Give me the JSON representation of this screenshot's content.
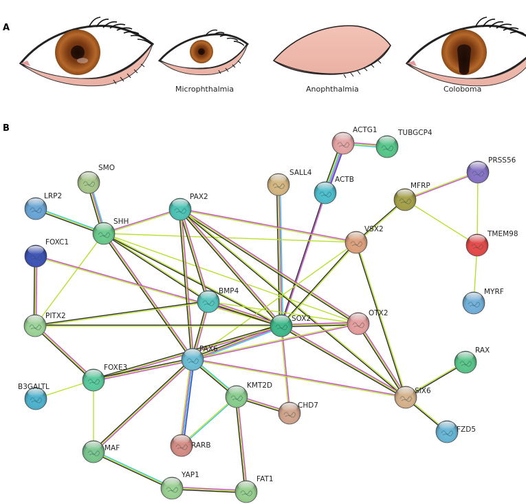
{
  "panel_a_label": "A",
  "panel_b_label": "B",
  "eye_panels": [
    {
      "id": "normal",
      "caption": ""
    },
    {
      "id": "microphthalmia",
      "caption": "Microphthalmia"
    },
    {
      "id": "anophthalmia",
      "caption": "Anophthalmia"
    },
    {
      "id": "coloboma",
      "caption": "Coloboma"
    }
  ],
  "edge_colors": {
    "coexpression": "#2a2a2a",
    "textmining": "#b6e02c",
    "experiments": "#c64bcb",
    "databases": "#33c8d8",
    "homology": "#2f36c8"
  },
  "nodes": [
    {
      "id": "ACTG1",
      "label": "ACTG1",
      "color": "#e8a6a6"
    },
    {
      "id": "TUBGCP4",
      "label": "TUBGCP4",
      "color": "#58c98c"
    },
    {
      "id": "PRSS56",
      "label": "PRSS56",
      "color": "#8a75c8"
    },
    {
      "id": "SMO",
      "label": "SMO",
      "color": "#a9c98c"
    },
    {
      "id": "SALL4",
      "label": "SALL4",
      "color": "#d6b883"
    },
    {
      "id": "ACTB",
      "label": "ACTB",
      "color": "#4fc0cf"
    },
    {
      "id": "MFRP",
      "label": "MFRP",
      "color": "#a7a24a"
    },
    {
      "id": "LRP2",
      "label": "LRP2",
      "color": "#6aa7d8"
    },
    {
      "id": "PAX2",
      "label": "PAX2",
      "color": "#4fc6b8"
    },
    {
      "id": "SHH",
      "label": "SHH",
      "color": "#6ccc8e"
    },
    {
      "id": "VSX2",
      "label": "VSX2",
      "color": "#e0a27e"
    },
    {
      "id": "TMEM98",
      "label": "TMEM98",
      "color": "#e84b4b"
    },
    {
      "id": "FOXC1",
      "label": "FOXC1",
      "color": "#3f55b8"
    },
    {
      "id": "BMP4",
      "label": "BMP4",
      "color": "#58c8c0"
    },
    {
      "id": "MYRF",
      "label": "MYRF",
      "color": "#74b2dc"
    },
    {
      "id": "SOX2",
      "label": "SOX2",
      "color": "#40bc8c"
    },
    {
      "id": "OTX2",
      "label": "OTX2",
      "color": "#e8a0a0"
    },
    {
      "id": "PITX2",
      "label": "PITX2",
      "color": "#9fd59a"
    },
    {
      "id": "PAX6",
      "label": "PAX6",
      "color": "#6cc0d8"
    },
    {
      "id": "RAX",
      "label": "RAX",
      "color": "#5cc88c"
    },
    {
      "id": "FOXE3",
      "label": "FOXE3",
      "color": "#5ccc9e"
    },
    {
      "id": "B3GALTL",
      "label": "B3GALTL",
      "color": "#4fb4d0"
    },
    {
      "id": "KMT2D",
      "label": "KMT2D",
      "color": "#8ccf90"
    },
    {
      "id": "SIX6",
      "label": "SIX6",
      "color": "#d8b48e"
    },
    {
      "id": "CHD7",
      "label": "CHD7",
      "color": "#d4a68e"
    },
    {
      "id": "FZD5",
      "label": "FZD5",
      "color": "#6ab8d8"
    },
    {
      "id": "RARB",
      "label": "RARB",
      "color": "#d88e86"
    },
    {
      "id": "MAF",
      "label": "MAF",
      "color": "#7cc890"
    },
    {
      "id": "YAP1",
      "label": "YAP1",
      "color": "#9cd294"
    },
    {
      "id": "FAT1",
      "label": "FAT1",
      "color": "#98d090"
    }
  ],
  "edges": [
    {
      "a": "ACTG1",
      "b": "TUBGCP4",
      "types": [
        "experiments",
        "textmining",
        "databases"
      ]
    },
    {
      "a": "ACTG1",
      "b": "ACTB",
      "types": [
        "homology",
        "experiments",
        "databases",
        "textmining",
        "coexpression"
      ]
    },
    {
      "a": "ACTB",
      "b": "SOX2",
      "types": [
        "experiments",
        "coexpression"
      ]
    },
    {
      "a": "SALL4",
      "b": "SOX2",
      "types": [
        "databases",
        "experiments",
        "textmining",
        "coexpression"
      ]
    },
    {
      "a": "PRSS56",
      "b": "MFRP",
      "types": [
        "experiments",
        "textmining"
      ]
    },
    {
      "a": "PRSS56",
      "b": "TMEM98",
      "types": [
        "textmining"
      ]
    },
    {
      "a": "MFRP",
      "b": "TMEM98",
      "types": [
        "textmining"
      ]
    },
    {
      "a": "MFRP",
      "b": "VSX2",
      "types": [
        "textmining",
        "coexpression"
      ]
    },
    {
      "a": "TMEM98",
      "b": "MYRF",
      "types": [
        "textmining"
      ]
    },
    {
      "a": "SMO",
      "b": "SHH",
      "types": [
        "databases",
        "experiments",
        "textmining",
        "coexpression"
      ]
    },
    {
      "a": "LRP2",
      "b": "SHH",
      "types": [
        "databases",
        "textmining",
        "coexpression"
      ]
    },
    {
      "a": "SHH",
      "b": "PAX2",
      "types": [
        "experiments",
        "textmining"
      ]
    },
    {
      "a": "SHH",
      "b": "PITX2",
      "types": [
        "textmining"
      ]
    },
    {
      "a": "SHH",
      "b": "BMP4",
      "types": [
        "textmining",
        "coexpression"
      ]
    },
    {
      "a": "SHH",
      "b": "SOX2",
      "types": [
        "textmining",
        "coexpression"
      ]
    },
    {
      "a": "SHH",
      "b": "VSX2",
      "types": [
        "textmining"
      ]
    },
    {
      "a": "SHH",
      "b": "OTX2",
      "types": [
        "textmining"
      ]
    },
    {
      "a": "SHH",
      "b": "PAX6",
      "types": [
        "experiments",
        "textmining",
        "coexpression"
      ]
    },
    {
      "a": "FOXC1",
      "b": "PITX2",
      "types": [
        "experiments",
        "textmining",
        "coexpression"
      ]
    },
    {
      "a": "FOXC1",
      "b": "SOX2",
      "types": [
        "experiments",
        "textmining"
      ]
    },
    {
      "a": "PAX2",
      "b": "VSX2",
      "types": [
        "experiments",
        "textmining"
      ]
    },
    {
      "a": "PAX2",
      "b": "BMP4",
      "types": [
        "experiments",
        "textmining",
        "coexpression"
      ]
    },
    {
      "a": "PAX2",
      "b": "SOX2",
      "types": [
        "experiments",
        "textmining",
        "coexpression"
      ]
    },
    {
      "a": "PAX2",
      "b": "OTX2",
      "types": [
        "experiments",
        "textmining",
        "coexpression"
      ]
    },
    {
      "a": "PAX2",
      "b": "PAX6",
      "types": [
        "experiments",
        "textmining",
        "coexpression"
      ]
    },
    {
      "a": "PAX2",
      "b": "SIX6",
      "types": [
        "textmining",
        "coexpression"
      ]
    },
    {
      "a": "VSX2",
      "b": "SOX2",
      "types": [
        "textmining",
        "coexpression"
      ]
    },
    {
      "a": "VSX2",
      "b": "PAX6",
      "types": [
        "textmining"
      ]
    },
    {
      "a": "VSX2",
      "b": "SIX6",
      "types": [
        "textmining",
        "coexpression"
      ]
    },
    {
      "a": "BMP4",
      "b": "PITX2",
      "types": [
        "textmining",
        "coexpression"
      ]
    },
    {
      "a": "BMP4",
      "b": "SOX2",
      "types": [
        "experiments",
        "textmining",
        "coexpression"
      ]
    },
    {
      "a": "BMP4",
      "b": "OTX2",
      "types": [
        "textmining"
      ]
    },
    {
      "a": "BMP4",
      "b": "PAX6",
      "types": [
        "experiments",
        "textmining",
        "coexpression"
      ]
    },
    {
      "a": "SOX2",
      "b": "OTX2",
      "types": [
        "experiments",
        "textmining",
        "coexpression"
      ]
    },
    {
      "a": "SOX2",
      "b": "PITX2",
      "types": [
        "textmining",
        "coexpression"
      ]
    },
    {
      "a": "SOX2",
      "b": "PAX6",
      "types": [
        "databases",
        "experiments",
        "textmining",
        "coexpression"
      ]
    },
    {
      "a": "SOX2",
      "b": "FOXE3",
      "types": [
        "experiments",
        "textmining",
        "coexpression"
      ]
    },
    {
      "a": "SOX2",
      "b": "SIX6",
      "types": [
        "experiments",
        "textmining",
        "coexpression"
      ]
    },
    {
      "a": "SOX2",
      "b": "CHD7",
      "types": [
        "experiments",
        "textmining"
      ]
    },
    {
      "a": "OTX2",
      "b": "PAX6",
      "types": [
        "experiments",
        "textmining"
      ]
    },
    {
      "a": "OTX2",
      "b": "SIX6",
      "types": [
        "experiments",
        "textmining",
        "coexpression"
      ]
    },
    {
      "a": "PITX2",
      "b": "FOXE3",
      "types": [
        "experiments",
        "textmining",
        "coexpression"
      ]
    },
    {
      "a": "PAX6",
      "b": "FOXE3",
      "types": [
        "experiments",
        "textmining",
        "coexpression"
      ]
    },
    {
      "a": "PAX6",
      "b": "SIX6",
      "types": [
        "experiments",
        "textmining"
      ]
    },
    {
      "a": "PAX6",
      "b": "KMT2D",
      "types": [
        "databases",
        "textmining",
        "coexpression"
      ]
    },
    {
      "a": "PAX6",
      "b": "RARB",
      "types": [
        "homology",
        "databases",
        "experiments",
        "textmining"
      ]
    },
    {
      "a": "PAX6",
      "b": "MAF",
      "types": [
        "experiments",
        "textmining",
        "coexpression"
      ]
    },
    {
      "a": "FOXE3",
      "b": "B3GALTL",
      "types": [
        "textmining"
      ]
    },
    {
      "a": "FOXE3",
      "b": "MAF",
      "types": [
        "textmining"
      ]
    },
    {
      "a": "KMT2D",
      "b": "CHD7",
      "types": [
        "experiments",
        "textmining",
        "coexpression"
      ]
    },
    {
      "a": "KMT2D",
      "b": "RARB",
      "types": [
        "databases",
        "textmining"
      ]
    },
    {
      "a": "KMT2D",
      "b": "FAT1",
      "types": [
        "experiments",
        "textmining",
        "coexpression"
      ]
    },
    {
      "a": "SIX6",
      "b": "RAX",
      "types": [
        "textmining",
        "coexpression"
      ]
    },
    {
      "a": "SIX6",
      "b": "FZD5",
      "types": [
        "textmining",
        "coexpression"
      ]
    },
    {
      "a": "MAF",
      "b": "YAP1",
      "types": [
        "databases",
        "textmining",
        "coexpression"
      ]
    },
    {
      "a": "YAP1",
      "b": "FAT1",
      "types": [
        "experiments",
        "textmining",
        "coexpression"
      ]
    }
  ]
}
